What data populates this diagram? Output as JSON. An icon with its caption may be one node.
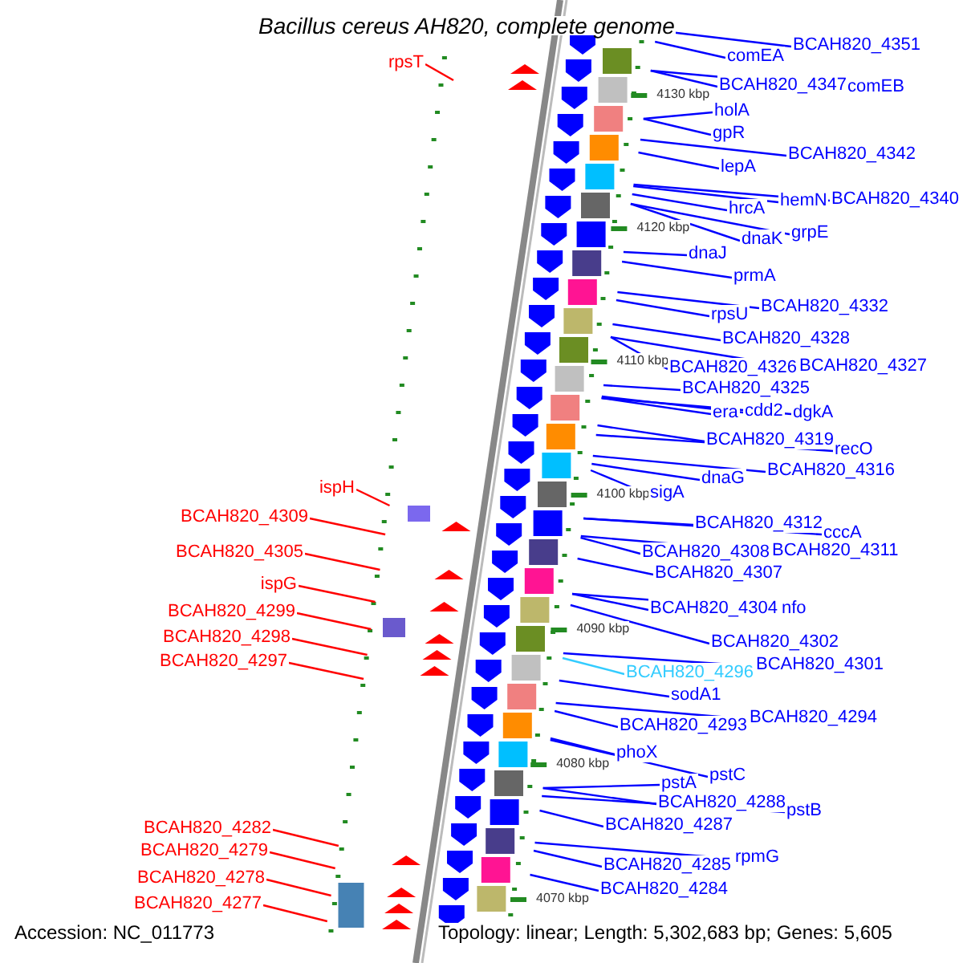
{
  "diagram": {
    "title": "Bacillus cereus AH820, complete genome",
    "nodes": [
      {
        "text": [
          "BCAH820_4351"
        ]
      },
      {
        "text": [
          "comEA"
        ]
      },
      {
        "text": [
          "rpsT"
        ]
      },
      {
        "text": [
          "BCAH820_4347"
        ]
      },
      {
        "text": [
          "comEB"
        ]
      },
      {
        "text": [
          "holA"
        ]
      },
      {
        "text": [
          "gpR"
        ]
      },
      {
        "text": [
          "BCAH820_4342"
        ]
      },
      {
        "text": [
          "lepA"
        ]
      },
      {
        "text": [
          "hemN"
        ]
      },
      {
        "text": [
          "BCAH820_4340"
        ]
      },
      {
        "text": [
          "hrcA"
        ]
      },
      {
        "text": [
          "grpE"
        ]
      },
      {
        "text": [
          "dnaK"
        ]
      },
      {
        "text": [
          "dnaJ"
        ]
      },
      {
        "text": [
          "prmA"
        ]
      },
      {
        "text": [
          "BCAH820_4332"
        ]
      },
      {
        "text": [
          "rpsU"
        ]
      },
      {
        "text": [
          "BCAH820_4328"
        ]
      },
      {
        "text": [
          "BCAH820_4326"
        ]
      },
      {
        "text": [
          "BCAH820_4327"
        ]
      },
      {
        "text": [
          "BCAH820_4325"
        ]
      },
      {
        "text": [
          "era"
        ]
      },
      {
        "text": [
          "cdd2"
        ]
      },
      {
        "text": [
          "dgkA"
        ]
      },
      {
        "text": [
          "BCAH820_4319"
        ]
      },
      {
        "text": [
          "recO"
        ]
      },
      {
        "text": [
          "BCAH820_4316"
        ]
      },
      {
        "text": [
          "dnaG"
        ]
      },
      {
        "text": [
          "ispH"
        ]
      },
      {
        "text": [
          "sigA"
        ]
      },
      {
        "text": [
          "BCAH820_4309"
        ]
      },
      {
        "text": [
          "BCAH820_4312"
        ]
      },
      {
        "text": [
          "cccA"
        ]
      },
      {
        "text": [
          "BCAH820_4308"
        ]
      },
      {
        "text": [
          "BCAH820_4311"
        ]
      },
      {
        "text": [
          "BCAH820_4305"
        ]
      },
      {
        "text": [
          "BCAH820_4307"
        ]
      },
      {
        "text": [
          "ispG"
        ]
      },
      {
        "text": [
          "BCAH820_4304"
        ]
      },
      {
        "text": [
          "nfo"
        ]
      },
      {
        "text": [
          "BCAH820_4299"
        ]
      },
      {
        "text": [
          "BCAH820_4298"
        ]
      },
      {
        "text": [
          "BCAH820_4302"
        ]
      },
      {
        "text": [
          "BCAH820_4297"
        ]
      },
      {
        "text": [
          "BCAH820_4301"
        ]
      },
      {
        "text": [
          "BCAH820_4296"
        ]
      },
      {
        "text": [
          "sodA1"
        ]
      },
      {
        "text": [
          "BCAH820_4294"
        ]
      },
      {
        "text": [
          "BCAH820_4293"
        ]
      },
      {
        "text": [
          "phoX"
        ]
      },
      {
        "text": [
          "pstC"
        ]
      },
      {
        "text": [
          "pstA"
        ]
      },
      {
        "text": [
          "BCAH820_4288"
        ]
      },
      {
        "text": [
          "pstB"
        ]
      },
      {
        "text": [
          "BCAH820_4287"
        ]
      },
      {
        "text": [
          "BCAH820_4282"
        ]
      },
      {
        "text": [
          "BCAH820_4279"
        ]
      },
      {
        "text": [
          "rpmG"
        ]
      },
      {
        "text": [
          "BCAH820_4285"
        ]
      },
      {
        "text": [
          "BCAH820_4278"
        ]
      },
      {
        "text": [
          "BCAH820_4284"
        ]
      },
      {
        "text": [
          "BCAH820_4277"
        ]
      }
    ],
    "edges": [
      {
        "from": 0,
        "to": null,
        "arrow": "none"
      },
      {
        "from": 1,
        "to": null,
        "arrow": "none"
      },
      {
        "from": 2,
        "to": null,
        "arrow": "none",
        "color": "#ff0000"
      },
      {
        "from": 3,
        "to": null,
        "arrow": "none"
      },
      {
        "from": 4,
        "to": null,
        "arrow": "none"
      },
      {
        "from": 5,
        "to": null,
        "arrow": "none"
      },
      {
        "from": 6,
        "to": null,
        "arrow": "none"
      },
      {
        "from": 7,
        "to": null,
        "arrow": "none"
      },
      {
        "from": 8,
        "to": null,
        "arrow": "none"
      },
      {
        "from": 9,
        "to": null,
        "arrow": "none"
      },
      {
        "from": 10,
        "to": null,
        "arrow": "none"
      },
      {
        "from": 11,
        "to": null,
        "arrow": "none"
      },
      {
        "from": 12,
        "to": null,
        "arrow": "none"
      },
      {
        "from": 13,
        "to": null,
        "arrow": "none"
      },
      {
        "from": 14,
        "to": null,
        "arrow": "none"
      },
      {
        "from": 15,
        "to": null,
        "arrow": "none"
      },
      {
        "from": 16,
        "to": null,
        "arrow": "none"
      },
      {
        "from": 17,
        "to": null,
        "arrow": "none"
      },
      {
        "from": 18,
        "to": null,
        "arrow": "none"
      },
      {
        "from": 19,
        "to": null,
        "arrow": "none"
      },
      {
        "from": 20,
        "to": null,
        "arrow": "none"
      },
      {
        "from": 21,
        "to": null,
        "arrow": "none"
      },
      {
        "from": 22,
        "to": null,
        "arrow": "none"
      },
      {
        "from": 23,
        "to": null,
        "arrow": "none"
      },
      {
        "from": 24,
        "to": null,
        "arrow": "none"
      },
      {
        "from": 25,
        "to": null,
        "arrow": "none"
      },
      {
        "from": 26,
        "to": null,
        "arrow": "none"
      },
      {
        "from": 27,
        "to": null,
        "arrow": "none"
      },
      {
        "from": 28,
        "to": null,
        "arrow": "none"
      },
      {
        "from": 29,
        "to": null,
        "arrow": "none",
        "color": "#ff0000"
      },
      {
        "from": 30,
        "to": null,
        "arrow": "none"
      },
      {
        "from": 31,
        "to": null,
        "arrow": "none",
        "color": "#ff0000"
      },
      {
        "from": 32,
        "to": null,
        "arrow": "none"
      },
      {
        "from": 33,
        "to": null,
        "arrow": "none"
      },
      {
        "from": 34,
        "to": null,
        "arrow": "none"
      },
      {
        "from": 35,
        "to": null,
        "arrow": "none"
      },
      {
        "from": 36,
        "to": null,
        "arrow": "none",
        "color": "#ff0000"
      },
      {
        "from": 37,
        "to": null,
        "arrow": "none"
      },
      {
        "from": 38,
        "to": null,
        "arrow": "none",
        "color": "#ff0000"
      },
      {
        "from": 39,
        "to": null,
        "arrow": "none"
      },
      {
        "from": 40,
        "to": null,
        "arrow": "none"
      },
      {
        "from": 41,
        "to": null,
        "arrow": "none",
        "color": "#ff0000"
      },
      {
        "from": 42,
        "to": null,
        "arrow": "none",
        "color": "#ff0000"
      },
      {
        "from": 43,
        "to": null,
        "arrow": "none"
      },
      {
        "from": 44,
        "to": null,
        "arrow": "none",
        "color": "#ff0000"
      },
      {
        "from": 45,
        "to": null,
        "arrow": "none"
      },
      {
        "from": 46,
        "to": null,
        "arrow": "none",
        "color": "#33ccff"
      },
      {
        "from": 47,
        "to": null,
        "arrow": "none"
      },
      {
        "from": 48,
        "to": null,
        "arrow": "none"
      },
      {
        "from": 49,
        "to": null,
        "arrow": "none"
      },
      {
        "from": 50,
        "to": null,
        "arrow": "none"
      },
      {
        "from": 51,
        "to": null,
        "arrow": "none"
      },
      {
        "from": 52,
        "to": null,
        "arrow": "none"
      },
      {
        "from": 53,
        "to": null,
        "arrow": "none"
      },
      {
        "from": 54,
        "to": null,
        "arrow": "none"
      },
      {
        "from": 55,
        "to": null,
        "arrow": "none"
      },
      {
        "from": 56,
        "to": null,
        "arrow": "none",
        "color": "#ff0000"
      },
      {
        "from": 57,
        "to": null,
        "arrow": "none",
        "color": "#ff0000"
      },
      {
        "from": 58,
        "to": null,
        "arrow": "none"
      },
      {
        "from": 59,
        "to": null,
        "arrow": "none"
      },
      {
        "from": 60,
        "to": null,
        "arrow": "none",
        "color": "#ff0000"
      },
      {
        "from": 61,
        "to": null,
        "arrow": "none"
      },
      {
        "from": 62,
        "to": null,
        "arrow": "none",
        "color": "#ff0000"
      }
    ],
    "labels": [
      "4130 kbp",
      "4120 kbp",
      "4110 kbp",
      "4100 kbp",
      "4090 kbp",
      "4080 kbp",
      "4070 kbp",
      "Accession: NC_011773",
      "Topology: linear; Length: 5,302,683 bp; Genes: 5,605"
    ]
  }
}
